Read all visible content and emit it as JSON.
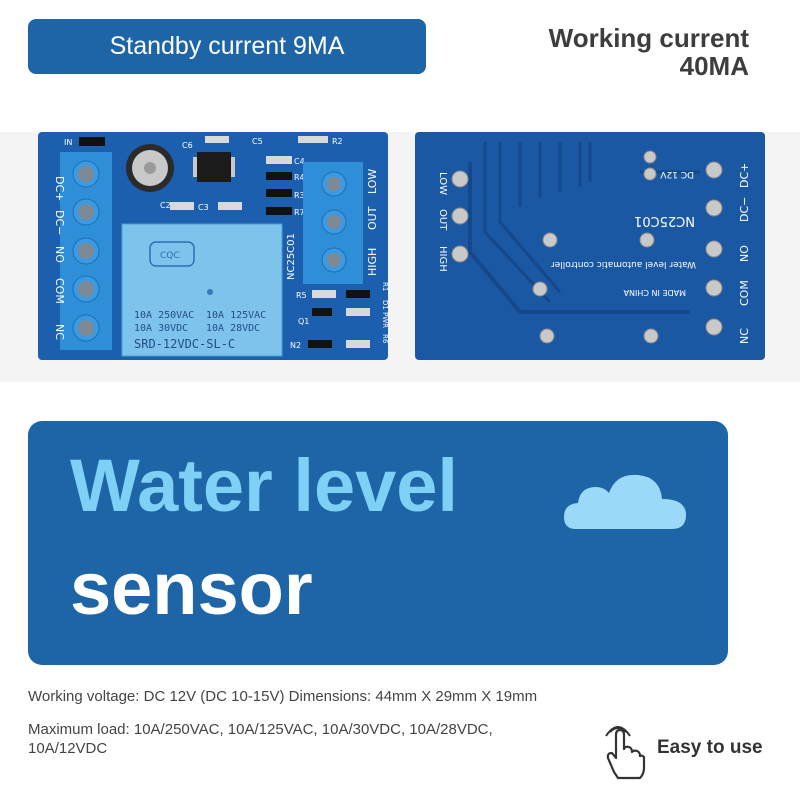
{
  "header": {
    "standby": "Standby current 9MA",
    "working_line1": "Working current",
    "working_line2": "40MA"
  },
  "front_board": {
    "left_terminals": [
      "DC+",
      "DC−",
      "NO",
      "COM",
      "NC"
    ],
    "right_terminals": [
      "LOW",
      "OUT",
      "HIGH"
    ],
    "relay_lines": [
      "10A 250VAC",
      "10A 125VAC",
      "10A 30VDC",
      "10A 28VDC",
      "SRD-12VDC-SL-C"
    ],
    "model": "NC25C01",
    "components": [
      "IN",
      "C5",
      "C6",
      "R2",
      "C4",
      "R4",
      "R3",
      "C2",
      "C3",
      "R7",
      "R5",
      "Q1",
      "N2",
      "R1",
      "D1",
      "PWR",
      "R6"
    ]
  },
  "back_board": {
    "right_labels": [
      "DC+",
      "DC−",
      "NO",
      "COM",
      "NC"
    ],
    "left_labels": [
      "LOW",
      "OUT",
      "HIGH"
    ],
    "model": "NC25C01",
    "dc": "DC 12V",
    "silk1": "Water level automatic controller",
    "silk2": "MADE IN CHINA"
  },
  "banner": {
    "line1": "Water level",
    "line2": "sensor"
  },
  "specs": {
    "line1": "Working voltage: DC 12V (DC 10-15V)   Dimensions: 44mm X 29mm X 19mm",
    "line2": "Maximum load: 10A/250VAC, 10A/125VAC, 10A/30VDC, 10A/28VDC,",
    "line3": "10A/12VDC"
  },
  "feature": {
    "label": "Easy to use",
    "icon": "tap-hand-icon"
  },
  "colors": {
    "brand_blue": "#1d65a6",
    "banner_text_light": "#7fd0f5",
    "pcb_blue": "#1c5fae",
    "terminal_blue": "#2f8ed8"
  }
}
